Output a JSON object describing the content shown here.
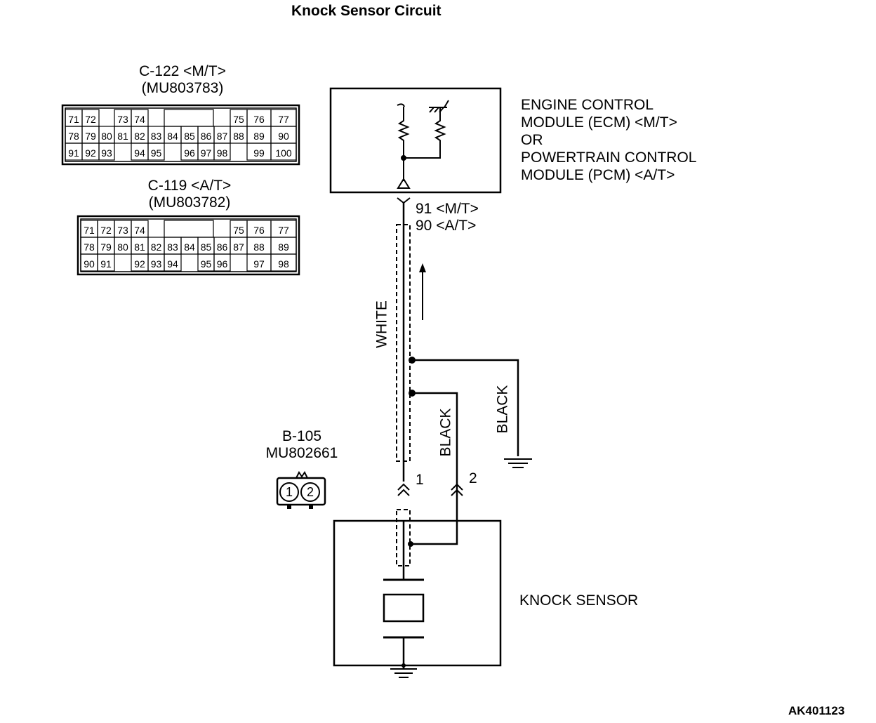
{
  "title": "Knock Sensor Circuit",
  "connectors": {
    "c122": {
      "name": "C-122 <M/T>",
      "part": "(MU803783)",
      "rows": [
        [
          "71",
          "72",
          "",
          "73",
          "74",
          "",
          "",
          "",
          "",
          "75",
          "76",
          "77"
        ],
        [
          "78",
          "79",
          "80",
          "81",
          "82",
          "83",
          "84",
          "85",
          "86",
          "87",
          "88",
          "89",
          "90"
        ],
        [
          "91",
          "92",
          "93",
          "",
          "94",
          "95",
          "",
          "96",
          "97",
          "98",
          "",
          "99",
          "100"
        ]
      ]
    },
    "c119": {
      "name": "C-119 <A/T>",
      "part": "(MU803782)",
      "rows": [
        [
          "71",
          "72",
          "73",
          "74",
          "",
          "",
          "",
          "",
          "75",
          "76",
          "77"
        ],
        [
          "78",
          "79",
          "80",
          "81",
          "82",
          "83",
          "84",
          "85",
          "86",
          "87",
          "88",
          "89"
        ],
        [
          "90",
          "91",
          "",
          "92",
          "93",
          "94",
          "",
          "95",
          "96",
          "",
          "97",
          "98"
        ]
      ]
    },
    "b105": {
      "name": "B-105",
      "part": "MU802661",
      "pins": [
        "1",
        "2"
      ]
    }
  },
  "ecm": {
    "line1": "ENGINE CONTROL",
    "line2": "MODULE (ECM) <M/T>",
    "line3": "OR",
    "line4": "POWERTRAIN CONTROL",
    "line5": "MODULE (PCM) <A/T>"
  },
  "terminals": {
    "mt": "91 <M/T>",
    "at": "90 <A/T>",
    "pin1": "1",
    "pin2": "2"
  },
  "wires": {
    "white": "WHITE",
    "black1": "BLACK",
    "black2": "BLACK"
  },
  "sensor": "KNOCK SENSOR",
  "code": "AK401123"
}
